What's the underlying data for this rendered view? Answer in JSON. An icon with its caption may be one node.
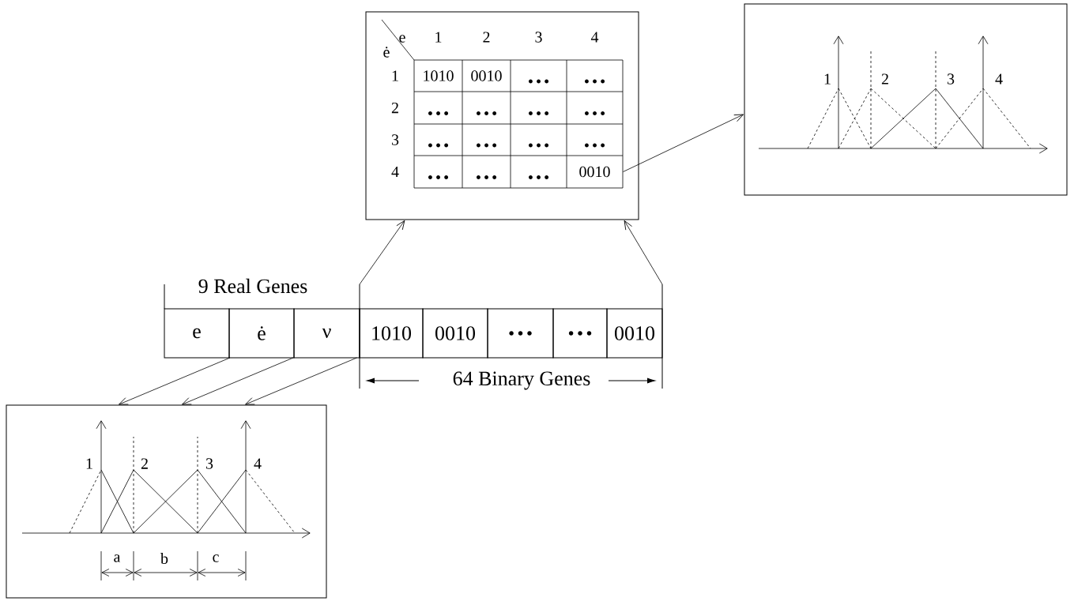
{
  "diagram": {
    "nodes": [
      {
        "text": [],
        "shape": "box"
      },
      {
        "text": [
          "0010"
        ],
        "in": 0
      },
      {
        "text": [],
        "shape": "box"
      },
      {
        "text": [
          "e"
        ]
      },
      {
        "text": [
          "ė"
        ]
      },
      {
        "text": [
          "ν"
        ]
      },
      {
        "text": [
          "1010"
        ]
      },
      {
        "text": [
          "0010"
        ]
      },
      {
        "text": [
          "…"
        ]
      },
      {
        "text": [
          "…"
        ]
      },
      {
        "text": [
          "0010"
        ]
      },
      {
        "text": [],
        "shape": "box"
      }
    ],
    "edges": [
      {
        "from": 1,
        "to": 2,
        "arrow": "to"
      },
      {
        "from": null,
        "to": 0,
        "arrow": "to"
      },
      {
        "from": null,
        "to": 0,
        "arrow": "to"
      },
      {
        "from": 3,
        "to": 11,
        "arrow": "to"
      },
      {
        "from": 4,
        "to": 11,
        "arrow": "to"
      },
      {
        "from": 5,
        "to": 11,
        "arrow": "to"
      }
    ],
    "labels": [
      "ė",
      "e",
      "1",
      "2",
      "3",
      "4",
      "1",
      "1010",
      "0010",
      "…",
      "…",
      "2",
      "…",
      "…",
      "…",
      "…",
      "3",
      "…",
      "…",
      "…",
      "…",
      "4",
      "…",
      "…",
      "…",
      "1",
      "2",
      "3",
      "4",
      "9 Real Genes",
      "64 Binary Genes",
      "1",
      "2",
      "3",
      "4",
      "a",
      "b",
      "c"
    ]
  }
}
